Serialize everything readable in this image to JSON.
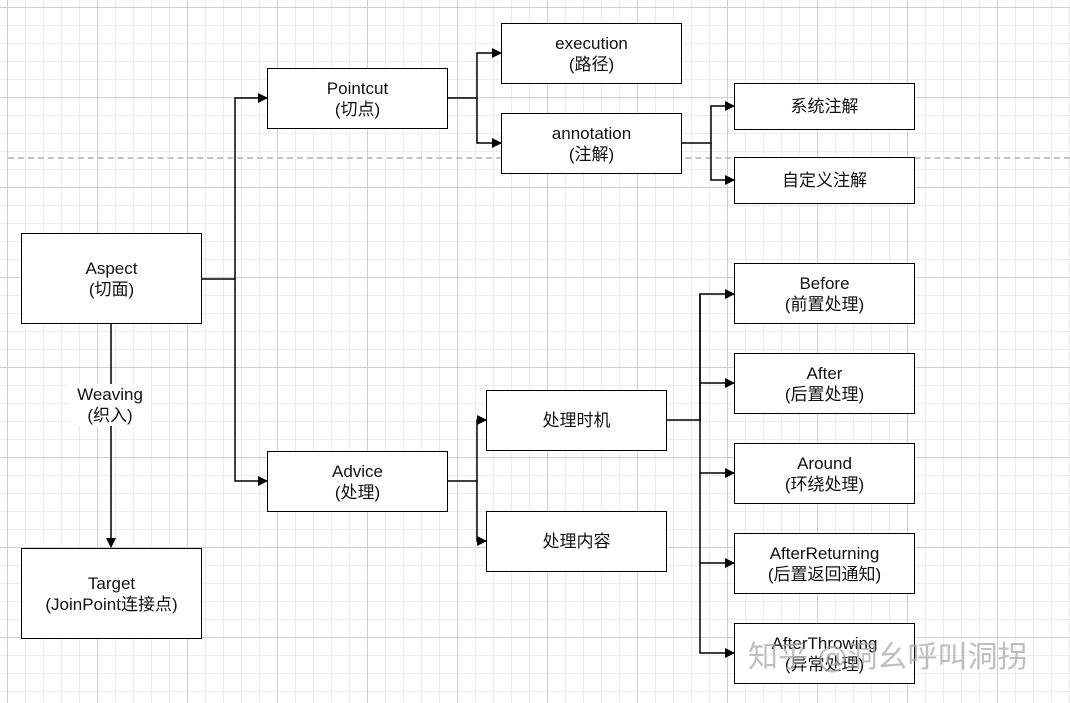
{
  "nodes": {
    "aspect": {
      "line1": "Aspect",
      "line2": "(切面)"
    },
    "target": {
      "line1": "Target",
      "line2": "(JoinPoint连接点)"
    },
    "pointcut": {
      "line1": "Pointcut",
      "line2": "(切点)"
    },
    "advice": {
      "line1": "Advice",
      "line2": "(处理)"
    },
    "execution": {
      "line1": "execution",
      "line2": "(路径)"
    },
    "annotation": {
      "line1": "annotation",
      "line2": "(注解)"
    },
    "system_annotation": {
      "line1": "系统注解"
    },
    "custom_annotation": {
      "line1": "自定义注解"
    },
    "timing": {
      "line1": "处理时机"
    },
    "content": {
      "line1": "处理内容"
    },
    "before": {
      "line1": "Before",
      "line2": "(前置处理)"
    },
    "after": {
      "line1": "After",
      "line2": "(后置处理)"
    },
    "around": {
      "line1": "Around",
      "line2": "(环绕处理)"
    },
    "after_returning": {
      "line1": "AfterReturning",
      "line2": "(后置返回通知)"
    },
    "after_throwing": {
      "line1": "AfterThrowing",
      "line2": "(异常处理)"
    }
  },
  "edge_labels": {
    "weaving": {
      "line1": "Weaving",
      "line2": "(织入)"
    }
  },
  "watermark": "知乎 @洞幺呼叫洞拐",
  "colors": {
    "line": "#000000",
    "node_border": "#000000",
    "node_fill": "#ffffff",
    "grid": "#cfcfcf",
    "page_break": "#c4c4c4"
  }
}
